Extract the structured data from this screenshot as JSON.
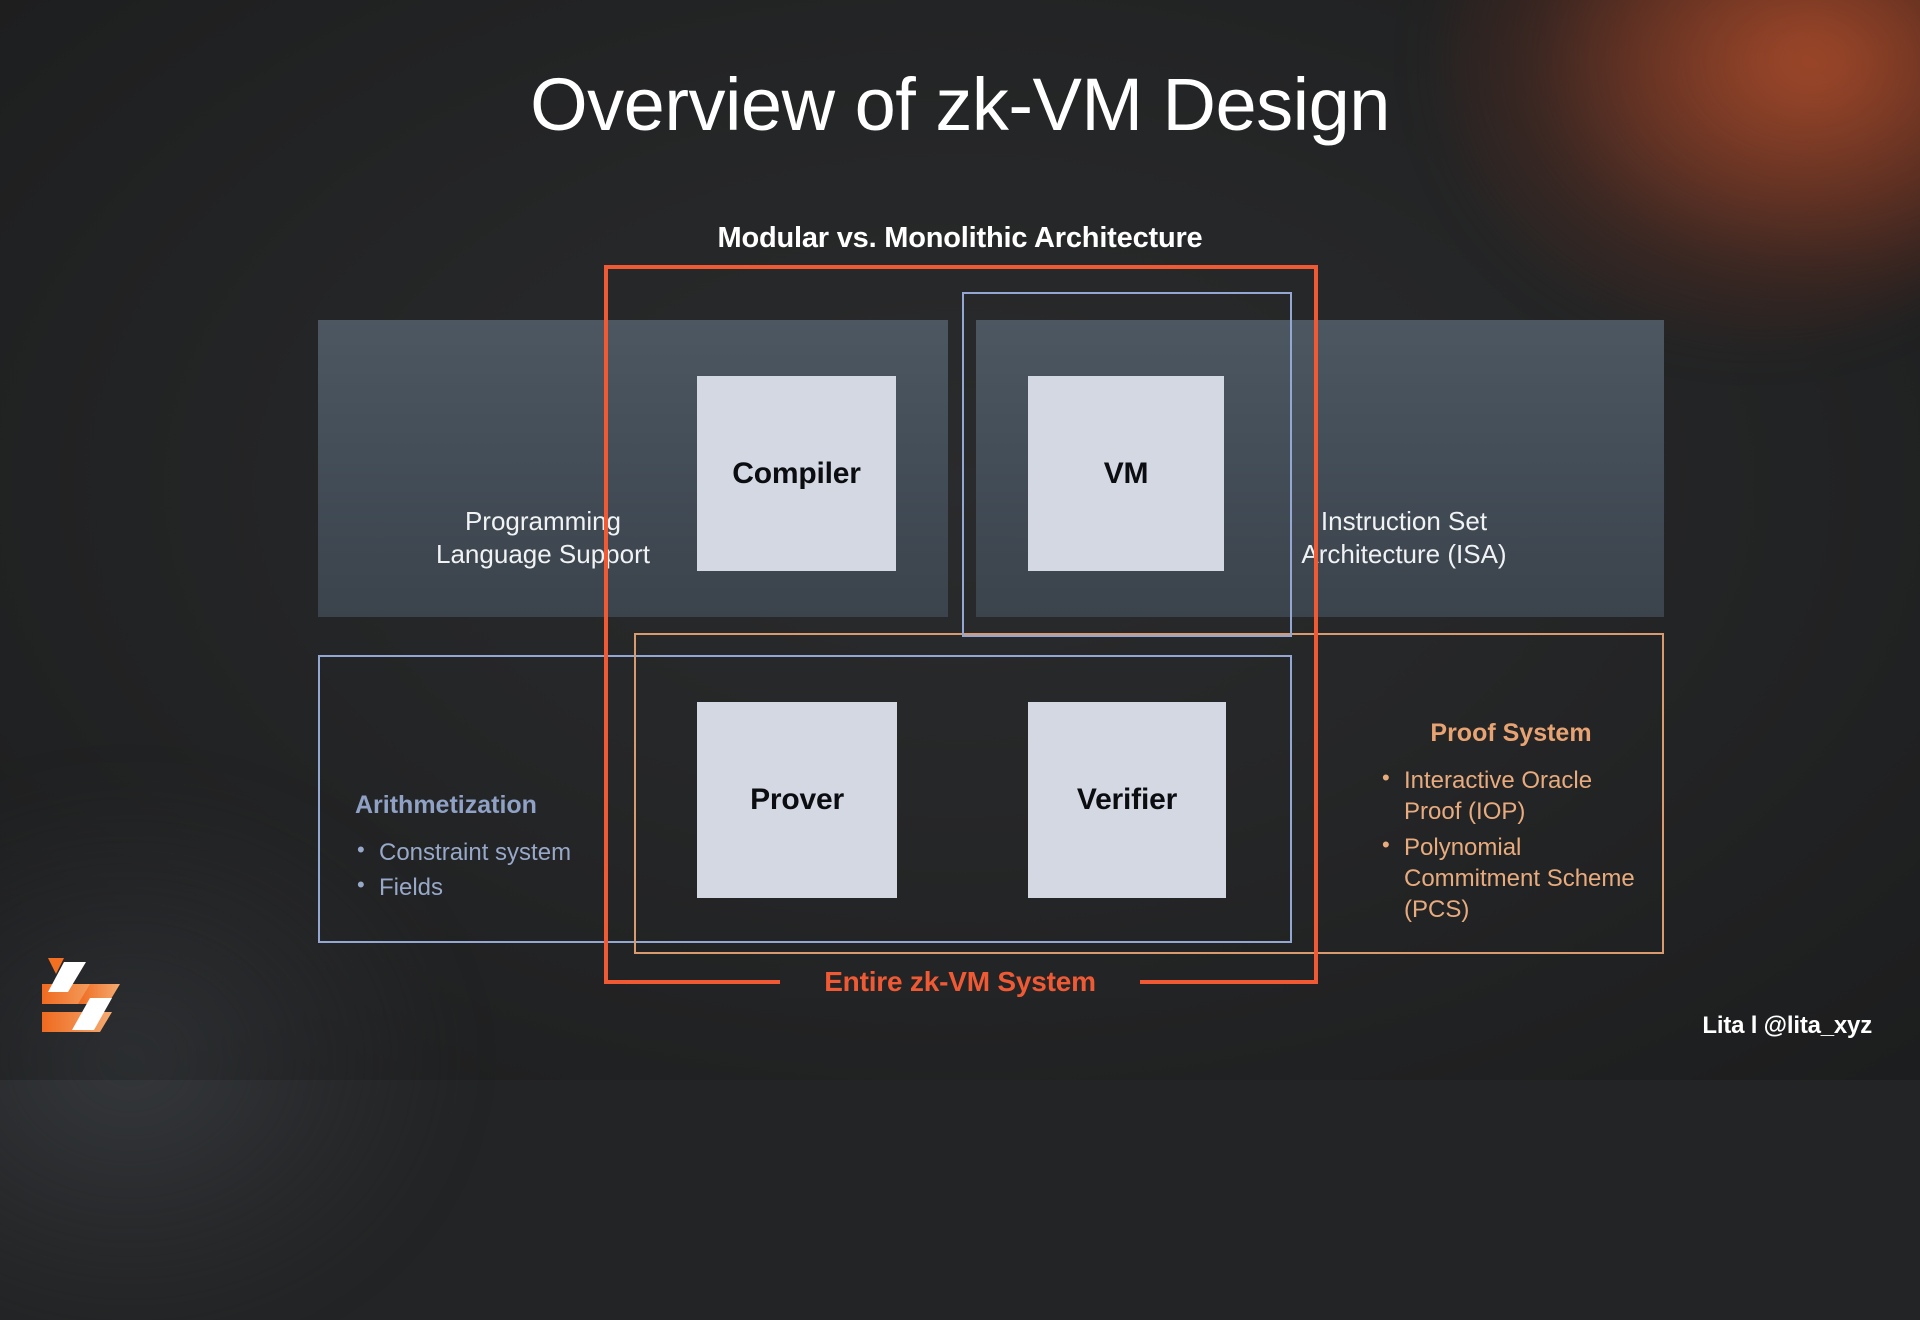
{
  "header": {
    "title": "Overview of zk-VM Design",
    "subtitle": "Modular vs. Monolithic Architecture"
  },
  "panels": {
    "language_support": "Programming\nLanguage Support",
    "language_support_line1": "Programming",
    "language_support_line2": "Language Support",
    "isa_line1": "Instruction Set",
    "isa_line2": "Architecture (ISA)"
  },
  "tiles": {
    "compiler": "Compiler",
    "vm": "VM",
    "prover": "Prover",
    "verifier": "Verifier"
  },
  "groups": {
    "arithmetization": {
      "heading": "Arithmetization",
      "bullets": [
        "Constraint system",
        "Fields"
      ]
    },
    "proof_system": {
      "heading": "Proof System",
      "bullets": [
        "Interactive Oracle Proof (IOP)",
        "Polynomial Commitment Scheme (PCS)"
      ]
    }
  },
  "captions": {
    "entire_system": "Entire zk-VM System"
  },
  "footer": {
    "credit": "Lita l @lita_xyz",
    "logo_name": "lita-logo"
  },
  "colors": {
    "background": "#232425",
    "accent_orange": "#ef5a35",
    "accent_tan": "#e8a373",
    "accent_blue": "#94a6d2",
    "panel_gray_top": "#4c5762",
    "panel_gray_bottom": "#3b434c",
    "tile_fill": "#d4d8e2",
    "tile_text": "#0b0d10",
    "text_primary": "#ffffff"
  }
}
